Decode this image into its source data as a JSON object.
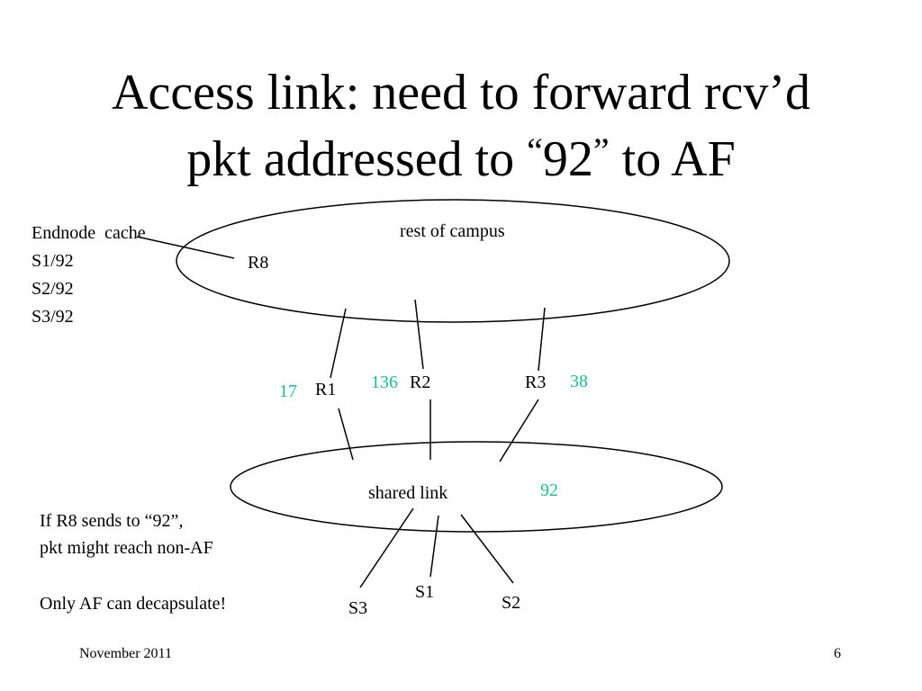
{
  "title": {
    "line1": "Access link: need to forward rcv’d",
    "line2_prefix": "pkt addressed to ",
    "open_quote": "“",
    "quoted": "92",
    "close_quote": "”",
    "line2_suffix": " to AF"
  },
  "cache": {
    "heading": "Endnode  cache",
    "entries": [
      "S1/92",
      "S2/92",
      "S3/92"
    ]
  },
  "campus": {
    "label": "rest of campus",
    "router_label": "R8"
  },
  "routers": [
    {
      "name": "R1",
      "cost": "17"
    },
    {
      "name": "R2",
      "cost": "136"
    },
    {
      "name": "R3",
      "cost": "38"
    }
  ],
  "shared_link": {
    "label": "shared link",
    "cost": "92"
  },
  "stations": [
    "S1",
    "S2",
    "S3"
  ],
  "notes": {
    "line1_prefix": "If R8 sends to ",
    "line1_quoted": "“92”",
    "line1_suffix": ",",
    "line2": "pkt might reach non-AF",
    "line3": "Only AF can decapsulate!"
  },
  "footer": {
    "date": "November 2011",
    "page": "6"
  },
  "colors": {
    "cost": "#1fba94",
    "text": "#000000"
  }
}
